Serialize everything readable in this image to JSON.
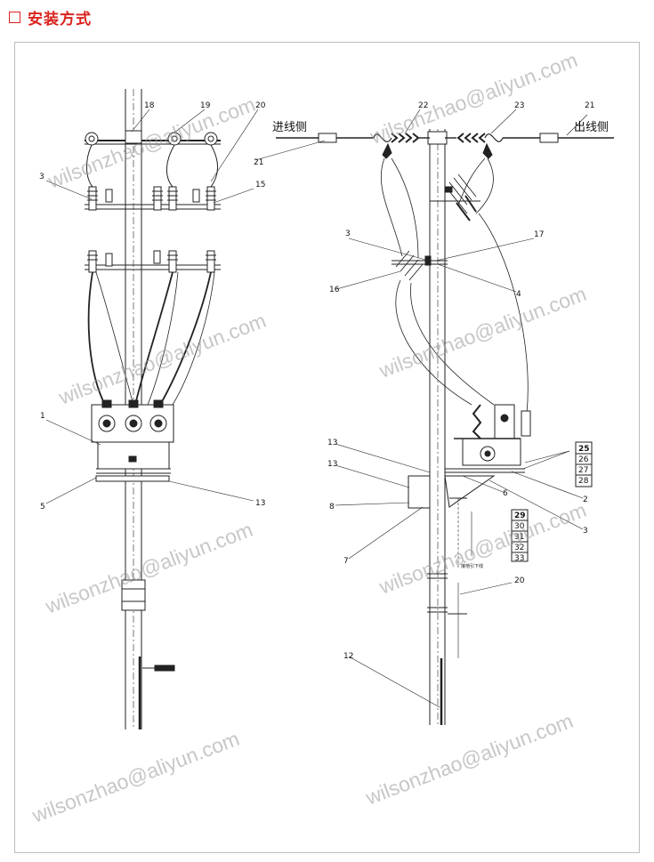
{
  "header": {
    "title": "安装方式"
  },
  "left_callouts": [
    "18",
    "19",
    "20",
    "3",
    "15",
    "1",
    "5",
    "13"
  ],
  "right_callouts": [
    "22",
    "23",
    "21",
    "21",
    "3",
    "17",
    "16",
    "4",
    "13",
    "13",
    "8",
    "7",
    "25",
    "26",
    "27",
    "28",
    "6",
    "2",
    "3",
    "29",
    "30",
    "31",
    "32",
    "33",
    "20",
    "12"
  ],
  "side_labels": {
    "incoming": "进线侧",
    "outgoing": "出线侧"
  },
  "watermark": "wilsonzhao@aliyun.com"
}
